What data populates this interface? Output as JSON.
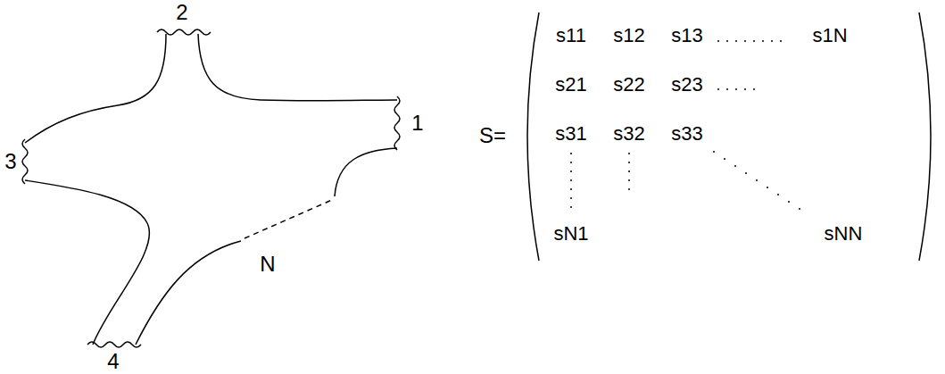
{
  "diagram": {
    "labels": [
      "2",
      "3",
      "1",
      "4",
      "N",
      "S=",
      "s11",
      "s12",
      "s13",
      "s1N",
      "s21",
      "s22",
      "s23",
      "s31",
      "s32",
      "s33",
      "sN1",
      "sNN"
    ]
  }
}
